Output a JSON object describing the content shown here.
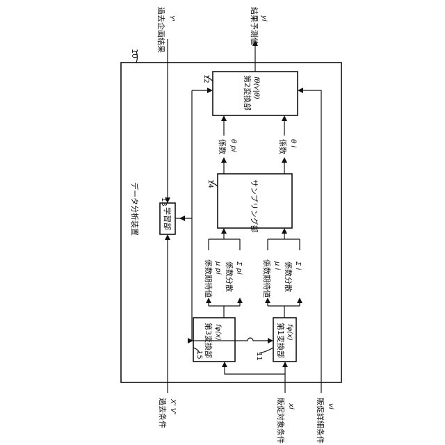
{
  "labels": {
    "device_number": "10",
    "device_title": "データ分析装置",
    "learning_unit": "学習部",
    "learning_number": "13",
    "sampling_unit": "サンプリング部",
    "sampling_number": "14",
    "second_converter": "第2変換部",
    "second_converter_fn": "fθ(v|θ)",
    "second_number": "12",
    "third_converter": "第3変換部",
    "third_converter_fn": "fφ(x)",
    "third_number": "15",
    "first_converter": "第1変換部",
    "first_converter_fn": "fφ(x)",
    "first_number": "11",
    "coef_theta_pi": "係数",
    "coef_theta_pi_sym": "θ pi",
    "coef_theta_i": "係数",
    "coef_theta_i_sym": "θ i",
    "mean_pi": "係数期待値",
    "mean_pi_sym": "μ pi",
    "var_pi": "係数分散",
    "var_pi_sym": "Σ pi",
    "mean_i": "係数期待値",
    "mean_i_sym": "μ i",
    "var_i": "係数分散",
    "var_i_sym": "Σ i",
    "past_result": "過去企画結果",
    "past_result_sym": "Y'",
    "prediction": "結果予測値",
    "prediction_sym": "yi",
    "past_condition": "過去条件",
    "past_condition_sym": "X' V'",
    "target_condition": "販促対象条件",
    "target_condition_sym": "xi",
    "detail_condition": "販促詳細条件",
    "detail_condition_sym": "vi"
  }
}
